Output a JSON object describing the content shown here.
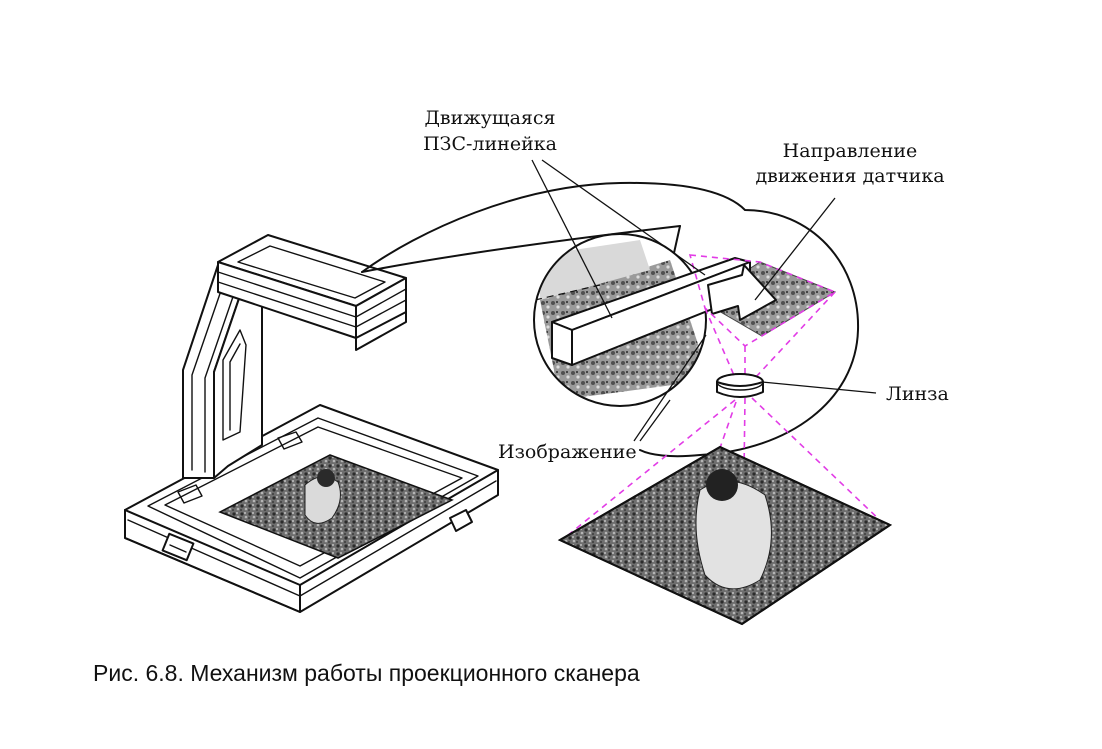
{
  "labels": {
    "ccd_line1": "Движущаяся",
    "ccd_line2": "ПЗС-линейка",
    "direction_line1": "Направление",
    "direction_line2": "движения датчика",
    "lens": "Линза",
    "image": "Изображение"
  },
  "caption": "Рис. 6.8. Механизм работы проекционного сканера",
  "colors": {
    "projection_lines": "#e23ce6",
    "ink": "#111111"
  }
}
